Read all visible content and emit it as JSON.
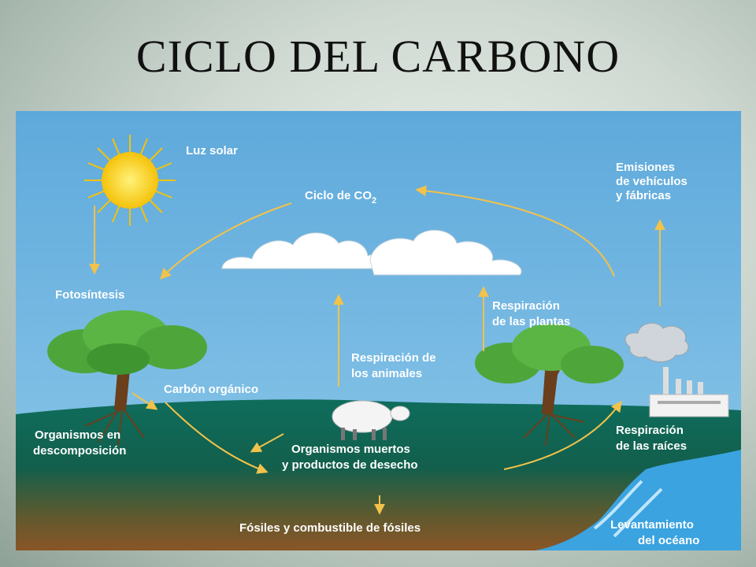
{
  "slide": {
    "title": "CICLO DEL CARBONO"
  },
  "diagram": {
    "labels": {
      "sunlight": "Luz solar",
      "co2_cycle": "Ciclo de CO",
      "co2_subscript": "2",
      "emissions_1": "Emisiones",
      "emissions_2": "de vehículos",
      "emissions_3": "y fábricas",
      "photosynthesis": "Fotosíntesis",
      "plant_resp_1": "Respiración",
      "plant_resp_2": "de las plantas",
      "animal_resp_1": "Respiración de",
      "animal_resp_2": "los animales",
      "organic_carbon": "Carbón orgánico",
      "decomp_1": "Organismos en",
      "decomp_2": "descomposición",
      "dead_1": "Organismos muertos",
      "dead_2": "y productos de desecho",
      "root_resp_1": "Respiración",
      "root_resp_2": "de las raíces",
      "fossils": "Fósiles y combustible de fósiles",
      "ocean_1": "Levantamiento",
      "ocean_2": "del océano"
    },
    "colors": {
      "sky": "#6fb3de",
      "ground": "#0f6b5b",
      "soil": "#7a4f24",
      "arrow": "#f2c24a",
      "water": "#3aa3e0"
    }
  }
}
